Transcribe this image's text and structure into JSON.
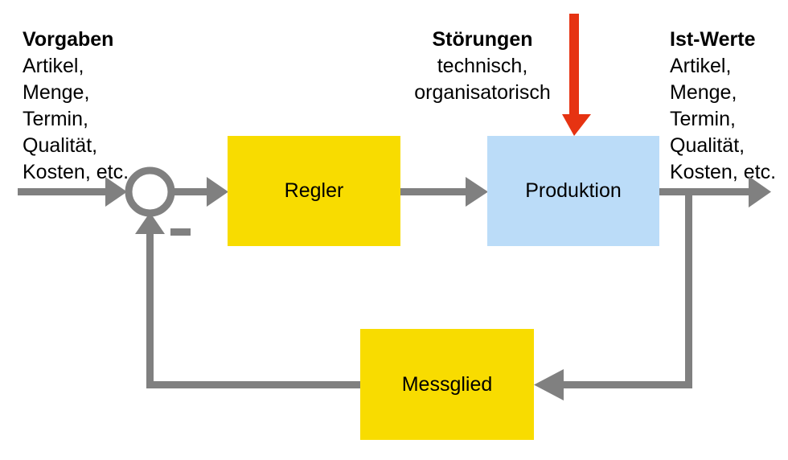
{
  "diagram": {
    "title_not_shown": "",
    "colors": {
      "block_yellow": "#f8dc00",
      "block_blue": "#bbdcf8",
      "wire_gray": "#808080",
      "disturbance_red": "#e63312",
      "text_black": "#000000",
      "background": "#ffffff"
    },
    "labels": {
      "input": {
        "heading": "Vorgaben",
        "lines": [
          "Artikel,",
          "Menge,",
          "Termin,",
          "Qualität,",
          "Kosten, etc."
        ]
      },
      "disturbance": {
        "heading": "Störungen",
        "lines": [
          "technisch,",
          "organisatorisch"
        ]
      },
      "output": {
        "heading": "Ist-Werte",
        "lines": [
          "Artikel,",
          "Menge,",
          "Termin,",
          "Qualität,",
          "Kosten, etc."
        ]
      }
    },
    "blocks": [
      {
        "id": "regler",
        "label": "Regler",
        "fill": "#f8dc00"
      },
      {
        "id": "produktion",
        "label": "Produktion",
        "fill": "#bbdcf8"
      },
      {
        "id": "messglied",
        "label": "Messglied",
        "fill": "#f8dc00"
      }
    ],
    "summing_junction": {
      "feedback_sign": "–",
      "shape": "circle"
    },
    "connections": [
      {
        "from": "Vorgaben",
        "to": "summing-junction",
        "style": "arrow-right"
      },
      {
        "from": "summing-junction",
        "to": "Regler",
        "style": "arrow-right"
      },
      {
        "from": "Regler",
        "to": "Produktion",
        "style": "arrow-right"
      },
      {
        "from": "Produktion",
        "to": "Ist-Werte",
        "style": "arrow-right"
      },
      {
        "from": "Störungen",
        "to": "Produktion",
        "style": "arrow-down-red"
      },
      {
        "from": "Ist-Werte",
        "to": "Messglied",
        "style": "arrow-left"
      },
      {
        "from": "Messglied",
        "to": "summing-junction",
        "style": "arrow-up"
      }
    ]
  }
}
